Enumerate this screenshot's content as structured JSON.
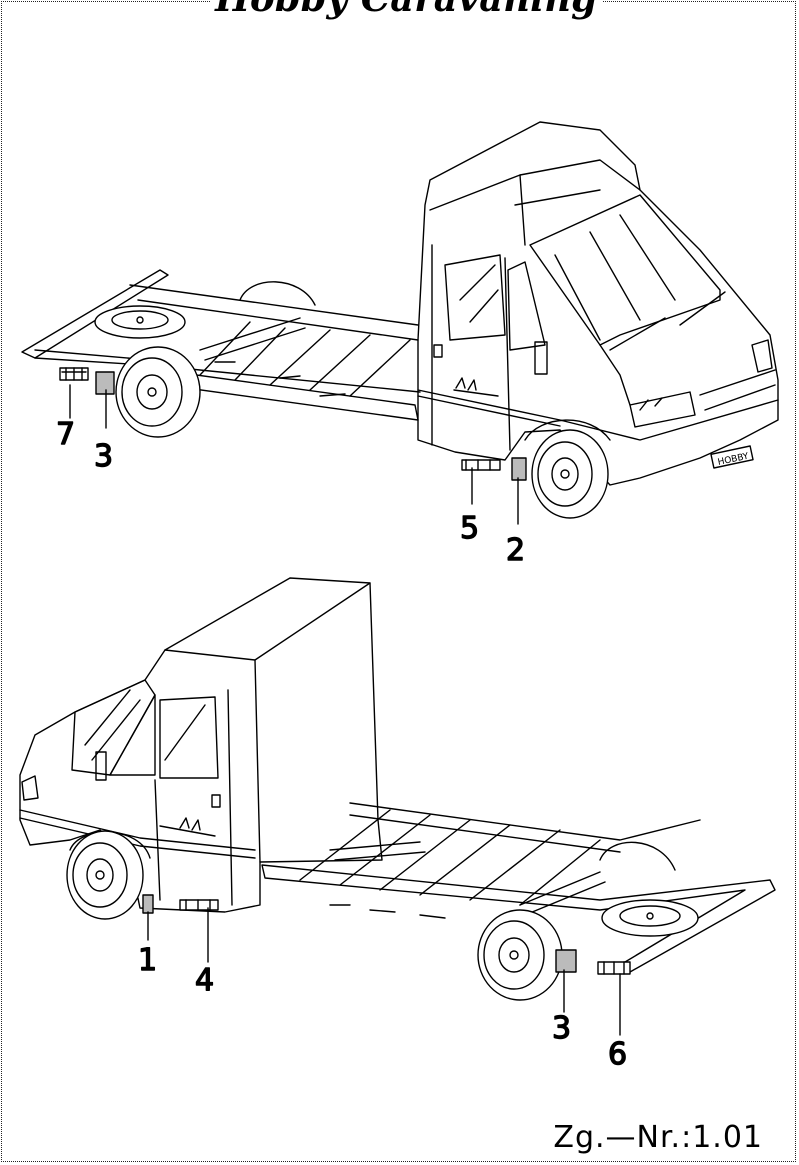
{
  "header": {
    "title": "Hobby Caravaning"
  },
  "footer": {
    "drawing_number": "Zg.—Nr.:1.01"
  },
  "callouts_top": [
    "7",
    "3",
    "5",
    "2"
  ],
  "callouts_bottom": [
    "1",
    "4",
    "3",
    "6"
  ],
  "vehicle_plate": "HOBBY"
}
